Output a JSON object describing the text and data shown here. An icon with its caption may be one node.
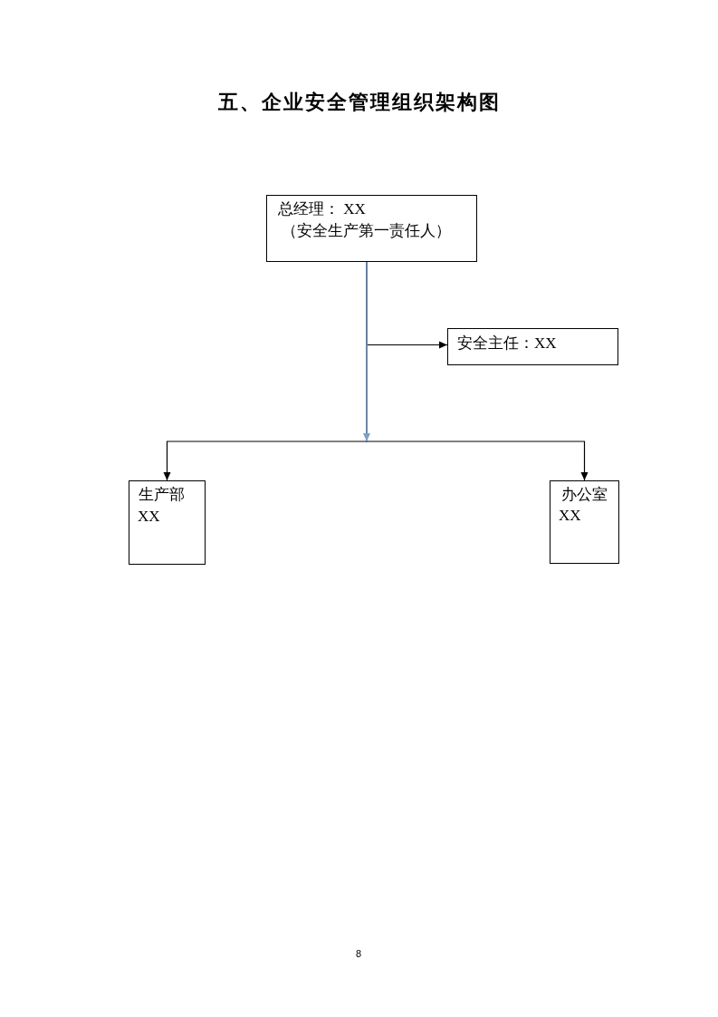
{
  "diagram": {
    "title": "五、企业安全管理组织架构图",
    "nodes": [
      {
        "text": [
          "总经理： XX",
          "（安全生产第一责任人）"
        ]
      },
      {
        "text": [
          "安全主任：XX"
        ]
      },
      {
        "text": [
          "生产部",
          "XX"
        ]
      },
      {
        "text": [
          "办公室",
          "XX"
        ]
      }
    ],
    "edges": [
      {
        "from": 0,
        "to": 1,
        "arrow": "to"
      },
      {
        "from": 0,
        "to": 2,
        "arrow": "to"
      },
      {
        "from": 0,
        "to": 3,
        "arrow": "to"
      }
    ],
    "labels": [
      "8"
    ]
  }
}
